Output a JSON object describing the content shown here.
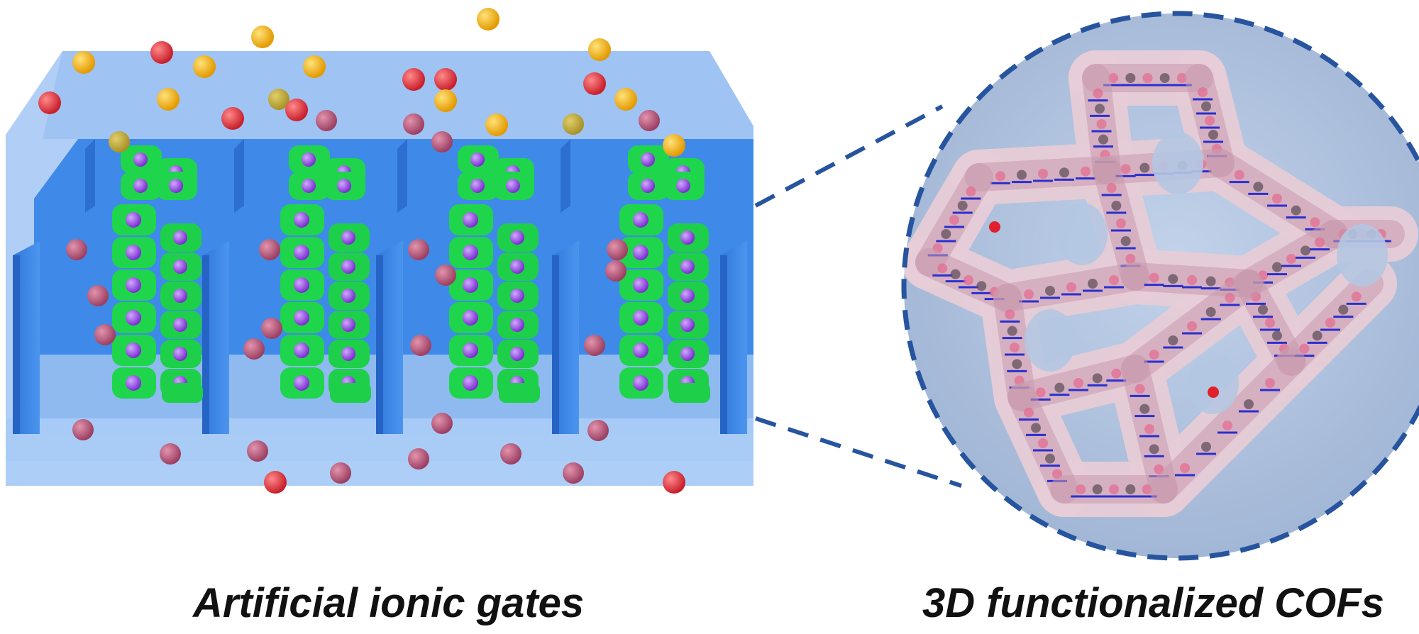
{
  "captions": {
    "left": "Artificial ionic gates",
    "right": "3D functionalized COFs"
  },
  "panels": {
    "left": {
      "subject": "artificial ionic gate membrane",
      "channel_count": 4
    },
    "right": {
      "subject": "3D covalent organic framework structure",
      "magnifier": "dashed circle zoom"
    }
  },
  "colors": {
    "membrane_light": "#a4c7f4",
    "membrane_mid": "#7fb2f0",
    "channel_wall": "#3a86e6",
    "channel_dark": "#2b6fcf",
    "green_block": "#1ed64c",
    "purple_ion": "#9b4fe0",
    "red_ion": "#e0303a",
    "yellow_ion": "#f0b400",
    "mauve_ion": "#b85a78",
    "zoom_circle_fill": "#a9bcd8",
    "zoom_circle_border": "#27549e",
    "framework": "#e8cfd8"
  }
}
